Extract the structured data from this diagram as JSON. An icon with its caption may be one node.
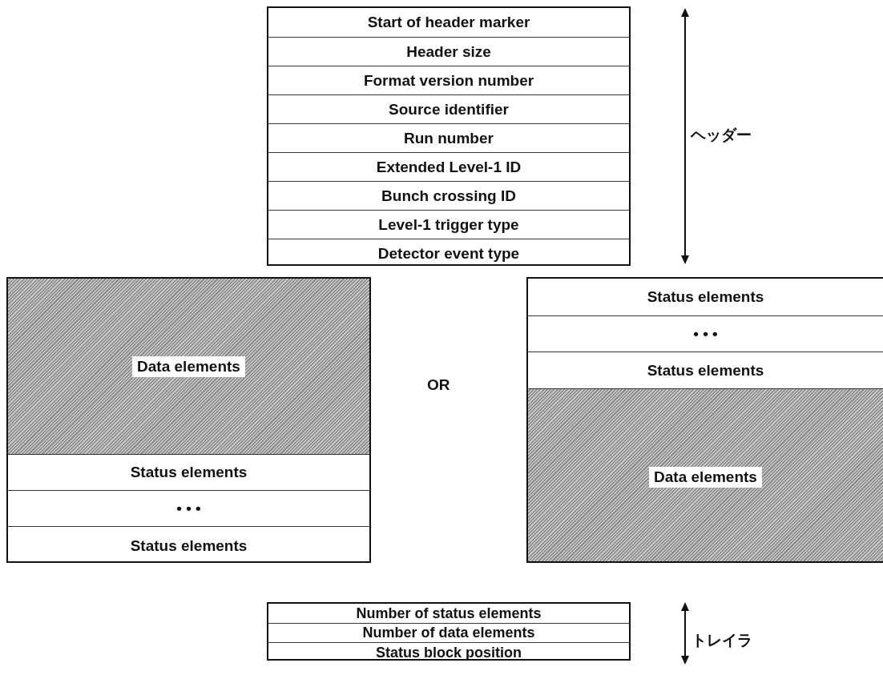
{
  "diagram": {
    "nodes": [
      {
        "text": [],
        "shape": "box"
      },
      {
        "text": [
          "Start of header marker"
        ],
        "in": 0
      },
      {
        "text": [
          "Header size"
        ],
        "in": 0
      },
      {
        "text": [
          "Format version number"
        ],
        "in": 0
      },
      {
        "text": [
          "Source identifier"
        ],
        "in": 0
      },
      {
        "text": [
          "Run number"
        ],
        "in": 0
      },
      {
        "text": [
          "Extended Level-1 ID"
        ],
        "in": 0
      },
      {
        "text": [
          "Bunch crossing ID"
        ],
        "in": 0
      },
      {
        "text": [
          "Level-1 trigger type"
        ],
        "in": 0
      },
      {
        "text": [
          "Detector event type"
        ],
        "in": 0
      },
      {
        "text": [],
        "shape": "box"
      },
      {
        "text": [
          "Data elements"
        ],
        "in": 10
      },
      {
        "text": [
          "Status elements"
        ],
        "in": 10
      },
      {
        "text": [
          "• • •"
        ],
        "in": 10
      },
      {
        "text": [
          "Status elements"
        ],
        "in": 10
      },
      {
        "text": [],
        "shape": "box"
      },
      {
        "text": [
          "Status elements"
        ],
        "in": 15
      },
      {
        "text": [
          "• • •"
        ],
        "in": 15
      },
      {
        "text": [
          "Status elements"
        ],
        "in": 15
      },
      {
        "text": [
          "Data elements"
        ],
        "in": 15
      },
      {
        "text": [],
        "shape": "box"
      },
      {
        "text": [
          "Number of status elements"
        ],
        "in": 20
      },
      {
        "text": [
          "Number of data elements"
        ],
        "in": 20
      },
      {
        "text": [
          "Status block position"
        ],
        "in": 20
      }
    ],
    "edges": [],
    "labels": [
      "ヘッダー",
      "OR",
      "トレイラ"
    ]
  }
}
